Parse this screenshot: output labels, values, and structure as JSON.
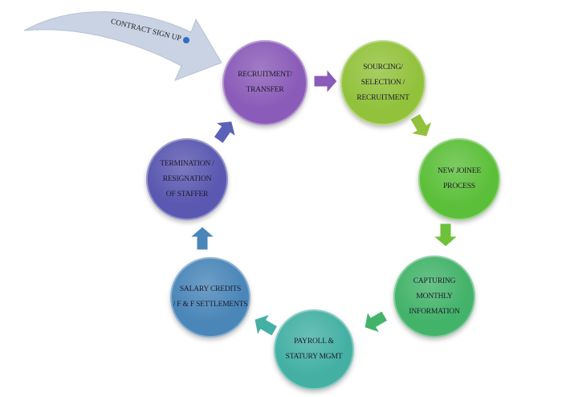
{
  "intro_arrow": {
    "label": "CONTRACT SIGN UP",
    "color": "#c9d3e4",
    "dot_color": "#2f6fc0"
  },
  "steps": [
    {
      "label": "RECRUITMENT/\nTRANSFER",
      "color": "#8a5bb8"
    },
    {
      "label": "SOURCING/\nSELECTION /\nRECRUITMENT",
      "color": "#92c23c"
    },
    {
      "label": "NEW JOINEE\nPROCESS",
      "color": "#5cbf3a"
    },
    {
      "label": "CAPTURING\nMONTHLY\nINFORMATION",
      "color": "#43b36a"
    },
    {
      "label": "PAYROLL &\nSTATURY MGMT",
      "color": "#44b0a4"
    },
    {
      "label": "SALARY CREDITS\n/ F & F SETTLEMENTS",
      "color": "#4a86b8"
    },
    {
      "label": "TERMINATION /\nRESIGNATION\nOF STAFFER",
      "color": "#5a58b0"
    }
  ],
  "connector_colors": [
    "#8a5bb8",
    "#92c23c",
    "#6cc23a",
    "#43b36a",
    "#44b0a4",
    "#4a86b8",
    "#5a62b8"
  ]
}
